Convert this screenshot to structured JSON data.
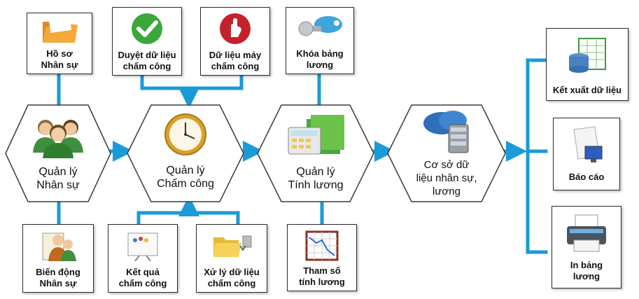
{
  "colors": {
    "connector": "#1a9bd7",
    "hex_border": "#3a3a3a",
    "box_border": "#2a2a2a"
  },
  "hubs": [
    {
      "id": "hr",
      "label": "Quản lý\nNhân sự",
      "icon": "people-icon"
    },
    {
      "id": "attend",
      "label": "Quản lý\nChấm công",
      "icon": "clock-icon"
    },
    {
      "id": "payroll",
      "label": "Quản lý\nTính lương",
      "icon": "calculator-folder-icon"
    },
    {
      "id": "db",
      "label": "Cơ sở dữ\nliệu nhân sự,\nlương",
      "icon": "database-cloud-icon"
    }
  ],
  "top_boxes": [
    {
      "id": "hr-profile",
      "label": "Hồ sơ\nNhân sự",
      "icon": "folder-icon"
    },
    {
      "id": "approve",
      "label": "Duyệt dữ liệu\nchấm công",
      "icon": "checkmark-icon"
    },
    {
      "id": "machine-data",
      "label": "Dữ liệu máy\nchấm công",
      "icon": "hand-stop-icon"
    },
    {
      "id": "lock-payroll",
      "label": "Khóa bảng\nlương",
      "icon": "key-icon"
    }
  ],
  "bottom_boxes": [
    {
      "id": "hr-changes",
      "label": "Biến động\nNhân sự",
      "icon": "people-change-icon"
    },
    {
      "id": "attend-result",
      "label": "Kết quả\nchấm công",
      "icon": "whiteboard-icon"
    },
    {
      "id": "attend-process",
      "label": "Xử lý dữ liệu\nchấm công",
      "icon": "folder-process-icon"
    },
    {
      "id": "payroll-params",
      "label": "Tham số\ntính lương",
      "icon": "graph-board-icon"
    }
  ],
  "outputs": [
    {
      "id": "export",
      "label": "Kết xuất dữ liệu",
      "icon": "spreadsheet-export-icon"
    },
    {
      "id": "report",
      "label": "Báo cáo",
      "icon": "report-monitor-icon"
    },
    {
      "id": "print",
      "label": "In bảng\nlương",
      "icon": "printer-icon"
    }
  ]
}
